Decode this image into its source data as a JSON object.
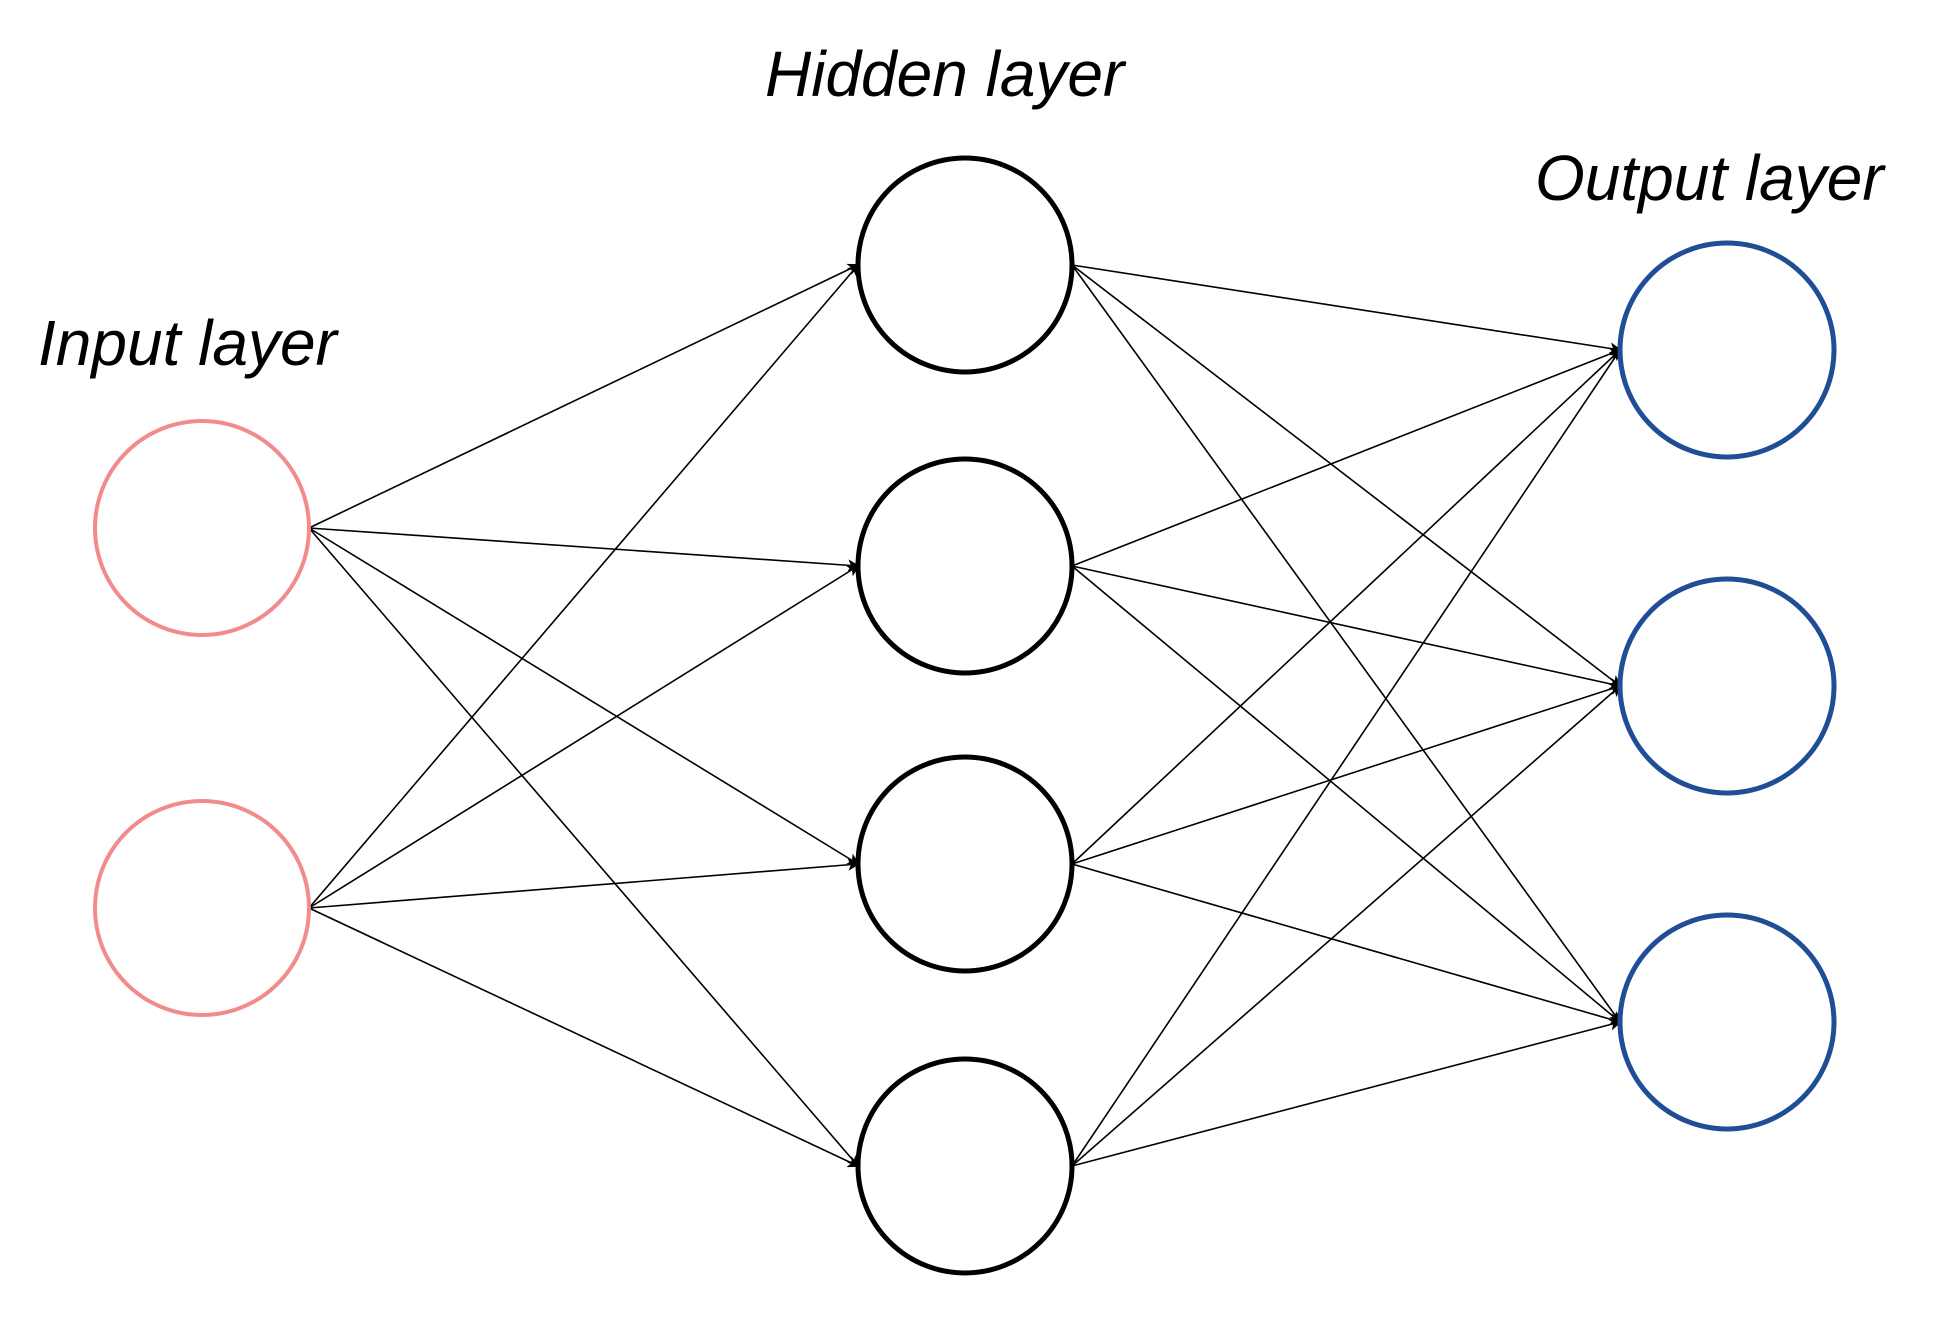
{
  "labels": {
    "input": "Input layer",
    "hidden": "Hidden layer",
    "output": "Output layer"
  },
  "colors": {
    "input": "#f28b8b",
    "hidden": "#000000",
    "output": "#1f4e96",
    "edge": "#000000"
  },
  "network": {
    "input_count": 2,
    "hidden_count": 4,
    "output_count": 3,
    "connectivity": "fully-connected"
  }
}
